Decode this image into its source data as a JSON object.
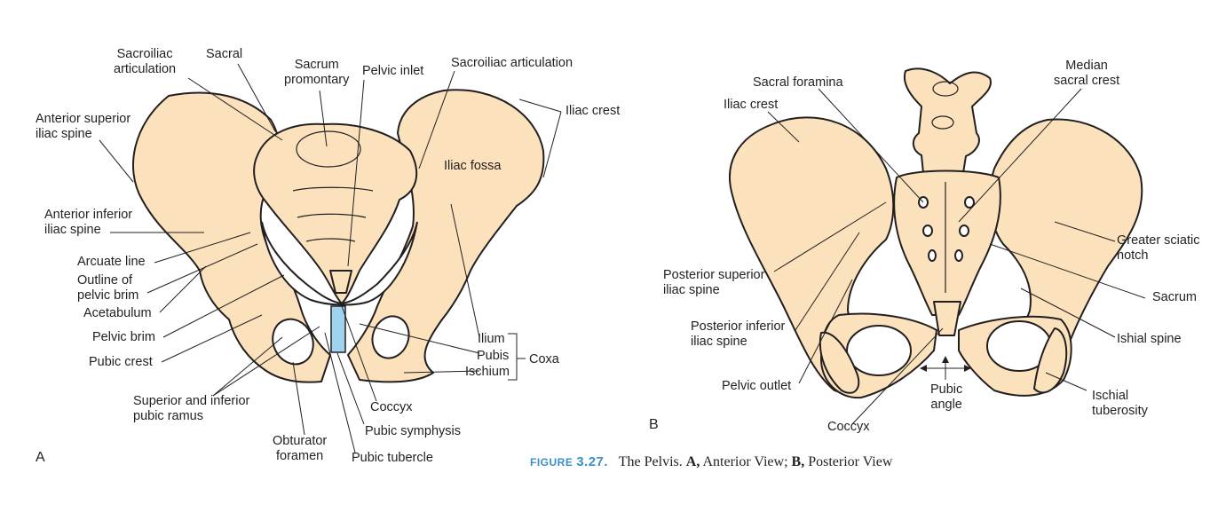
{
  "panel_a": {
    "letter": "A",
    "labels": {
      "sacroiliac_articulation_left": [
        "Sacroiliac",
        "articulation"
      ],
      "sacral": "Sacral",
      "sacrum_promontary": [
        "Sacrum",
        "promontary"
      ],
      "pelvic_inlet": "Pelvic inlet",
      "sacroiliac_articulation_right": "Sacroiliac articulation",
      "iliac_crest": "Iliac crest",
      "anterior_superior_iliac_spine": [
        "Anterior superior",
        "iliac spine"
      ],
      "iliac_fossa": "Iliac fossa",
      "anterior_inferior_iliac_spine": [
        "Anterior inferior",
        "iliac spine"
      ],
      "arcuate_line": "Arcuate line",
      "outline_of_pelvic_brim": [
        "Outline of",
        "pelvic brim"
      ],
      "acetabulum": "Acetabulum",
      "pelvic_brim": "Pelvic brim",
      "pubic_crest": "Pubic crest",
      "ilium": "Ilium",
      "pubis": "Pubis",
      "ischium": "Ischium",
      "coxa": "Coxa",
      "superior_inferior_pubic_ramus": [
        "Superior and inferior",
        "pubic ramus"
      ],
      "coccyx": "Coccyx",
      "pubic_symphysis": "Pubic symphysis",
      "obturator_foramen": [
        "Obturator",
        "foramen"
      ],
      "pubic_tubercle": "Pubic tubercle"
    }
  },
  "panel_b": {
    "letter": "B",
    "labels": {
      "sacral_foramina": "Sacral foramina",
      "median_sacral_crest": [
        "Median",
        "sacral crest"
      ],
      "iliac_crest": "Iliac crest",
      "greater_sciatic_notch": [
        "Greater sciatic",
        "notch"
      ],
      "posterior_superior_iliac_spine": [
        "Posterior superior",
        "iliac spine"
      ],
      "sacrum": "Sacrum",
      "posterior_inferior_iliac_spine": [
        "Posterior inferior",
        "iliac spine"
      ],
      "ishial_spine": "Ishial spine",
      "pelvic_outlet": "Pelvic outlet",
      "pubic_angle": [
        "Pubic",
        "angle"
      ],
      "ischial_tuberosity": [
        "Ischial",
        "tuberosity"
      ],
      "coccyx": "Coccyx"
    }
  },
  "caption": {
    "figure_prefix": "FIGURE",
    "figure_number": "3.27.",
    "title": "The Pelvis.",
    "part_a_letter": "A,",
    "part_a_text": "Anterior View;",
    "part_b_letter": "B,",
    "part_b_text": "Posterior View"
  },
  "colors": {
    "bone": "#fbe2bd",
    "outline": "#231f20",
    "symphysis": "#9fd3ee",
    "caption_accent": "#3a8fc8"
  }
}
